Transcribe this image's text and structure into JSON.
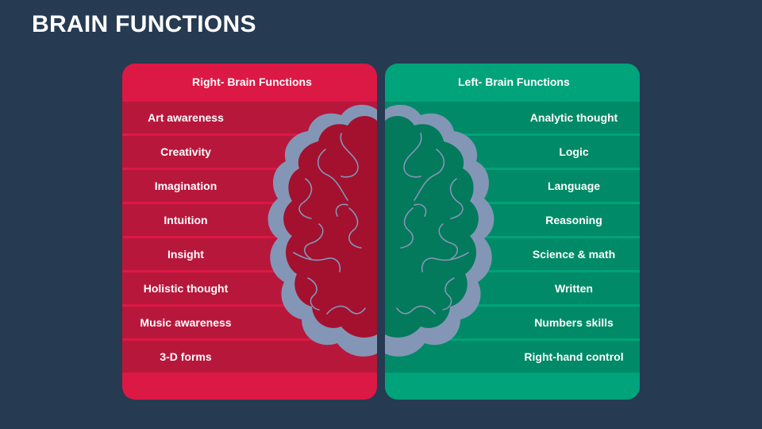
{
  "title": "BRAIN FUNCTIONS",
  "right_panel": {
    "header": "Right- Brain Functions",
    "items": [
      "Art awareness",
      "Creativity",
      "Imagination",
      "Intuition",
      "Insight",
      "Holistic thought",
      "Music awareness",
      "3-D forms"
    ],
    "color": "#dc1845",
    "row_color": "#b8173c"
  },
  "left_panel": {
    "header": "Left- Brain Functions",
    "items": [
      "Analytic thought",
      "Logic",
      "Language",
      "Reasoning",
      "Science & math",
      "Written",
      "Numbers skills",
      "Right-hand control"
    ],
    "color": "#00a37a",
    "row_color": "#008a67"
  },
  "brain": {
    "outline_color": "#8496b6",
    "right_hemisphere_color": "#a3112f",
    "left_hemisphere_color": "#037a5c"
  }
}
